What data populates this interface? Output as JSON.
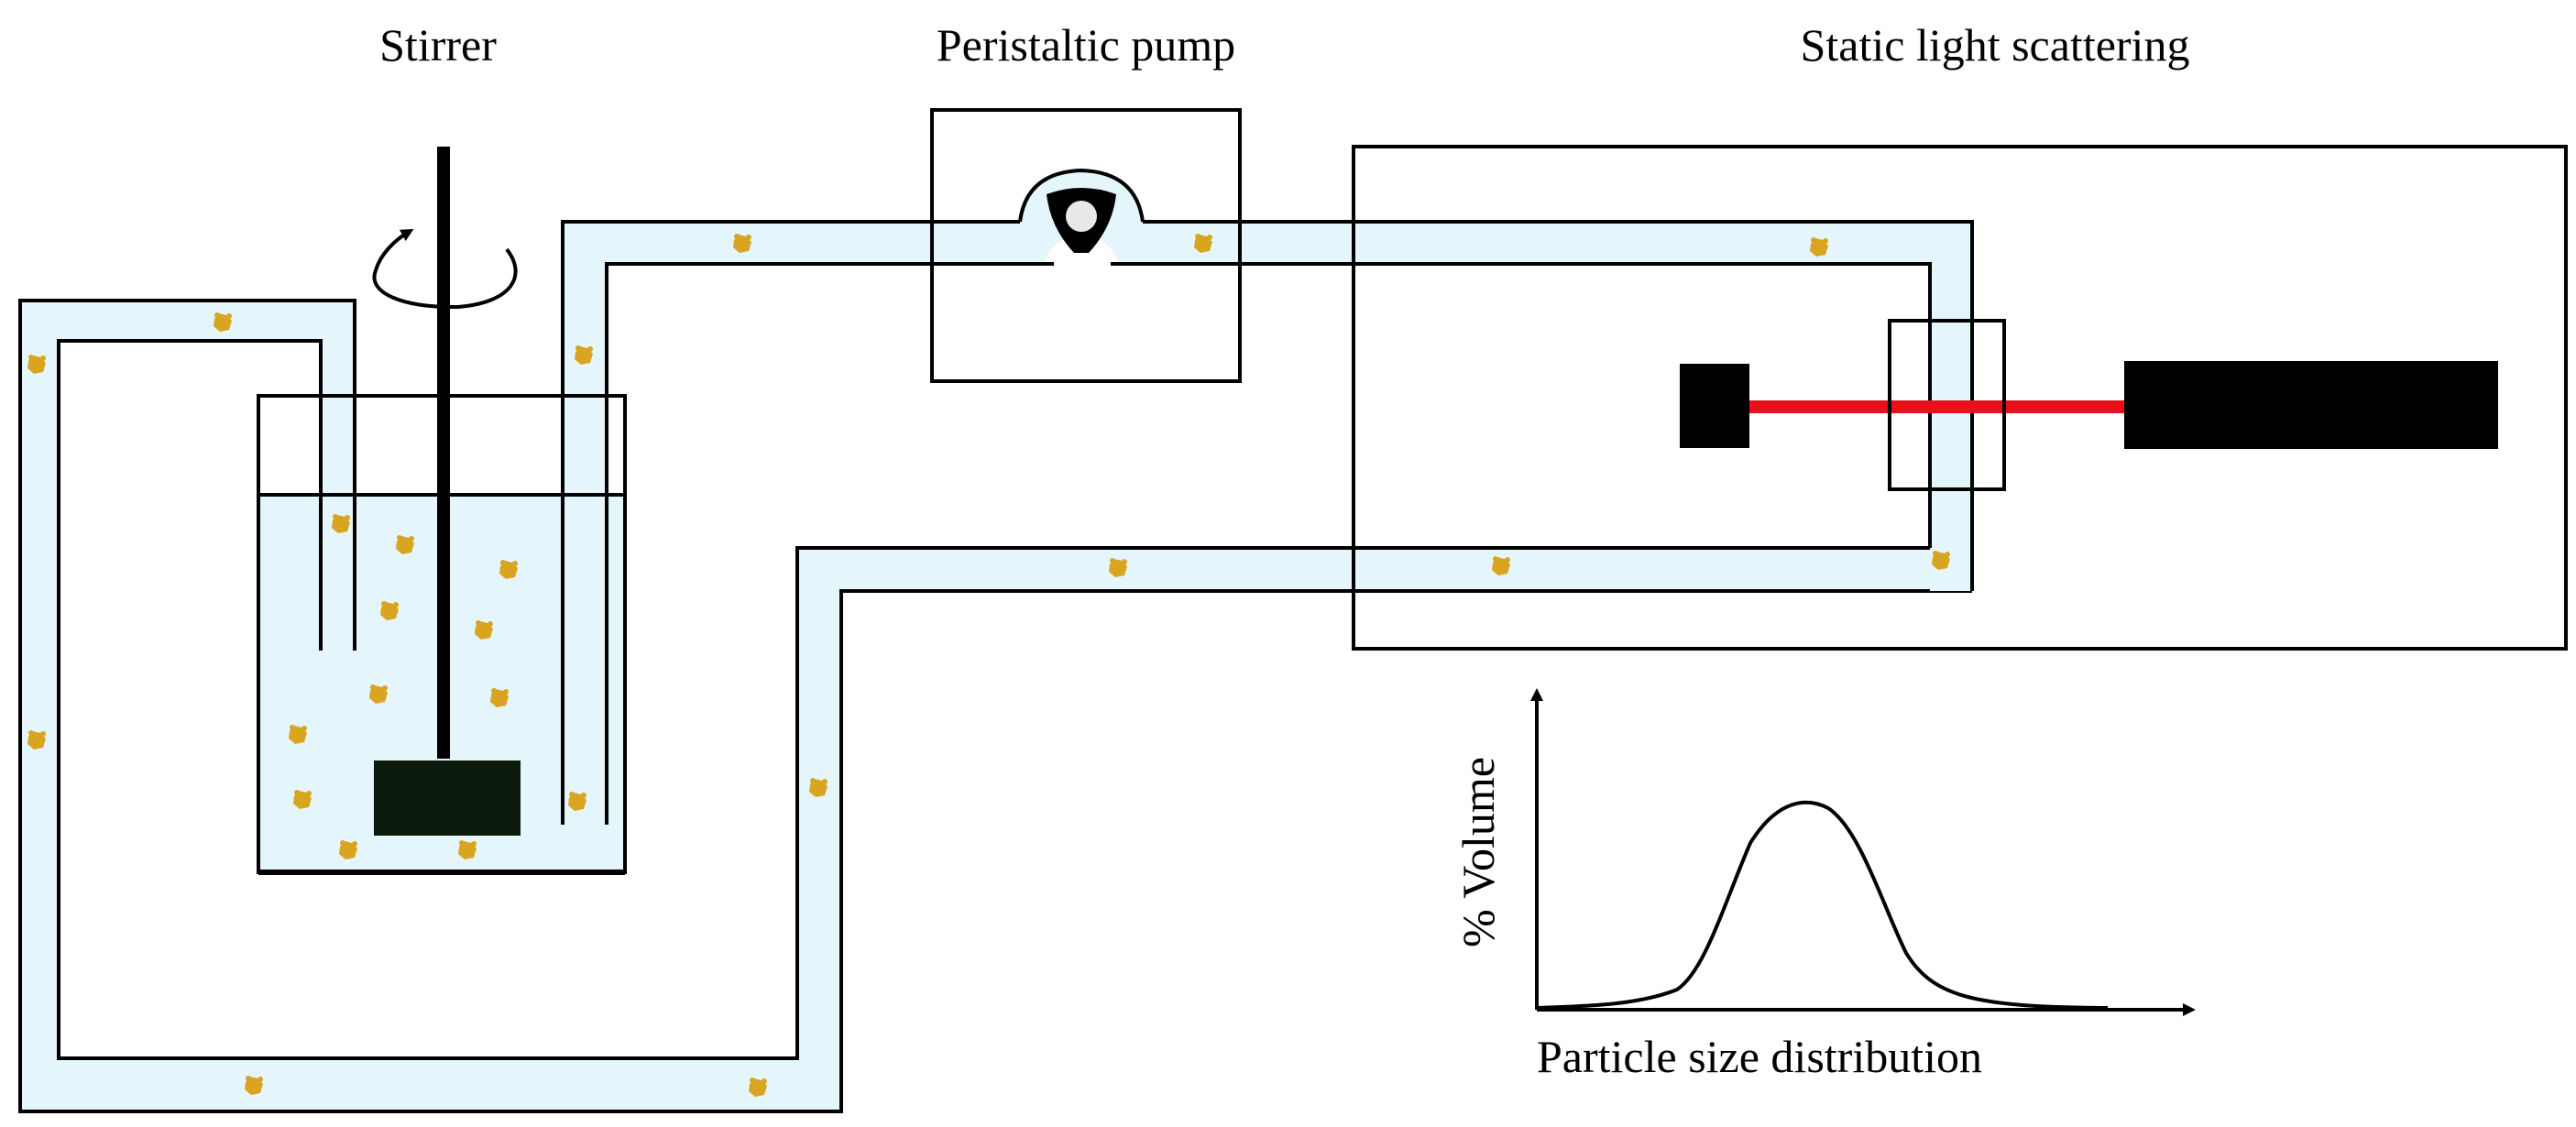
{
  "labels": {
    "stirrer": "Stirrer",
    "pump": "Peristaltic pump",
    "sls": "Static light scattering",
    "y_axis": "% Volume",
    "x_axis": "Particle size distribution"
  },
  "colors": {
    "stroke": "#000000",
    "liquid": "#e4f5fc",
    "particle": "#d9a520",
    "laser": "#e8101a",
    "dark_block": "#000000",
    "impeller": "#0b1a0b",
    "background": "#ffffff"
  },
  "icons": {
    "rotation_arrow": "curved-rotation-arrow-icon",
    "particle": "particle-icon",
    "pump_rotor": "pump-rotor-icon",
    "axis_arrow": "arrowhead-icon"
  }
}
